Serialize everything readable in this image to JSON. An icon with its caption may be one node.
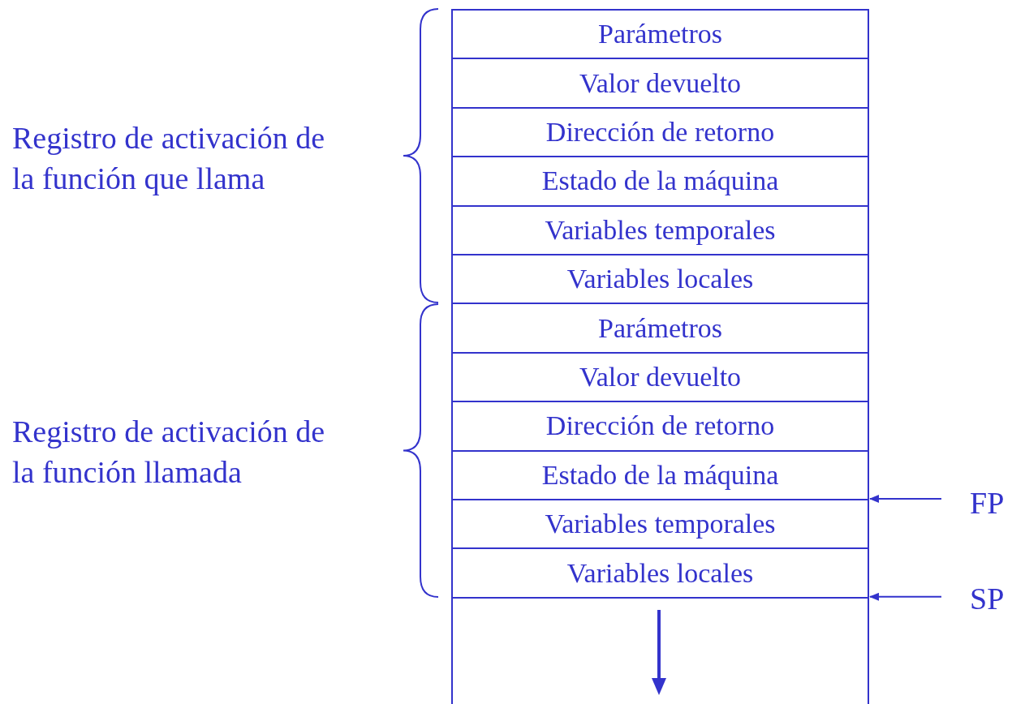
{
  "diagram": {
    "nodes": [
      {
        "text": [
          "Parámetros"
        ]
      },
      {
        "text": [
          "Valor devuelto"
        ]
      },
      {
        "text": [
          "Dirección de retorno"
        ]
      },
      {
        "text": [
          "Estado de la máquina"
        ]
      },
      {
        "text": [
          "Variables temporales"
        ]
      },
      {
        "text": [
          "Variables locales"
        ]
      },
      {
        "text": [
          "Parámetros"
        ]
      },
      {
        "text": [
          "Valor devuelto"
        ]
      },
      {
        "text": [
          "Dirección de retorno"
        ]
      },
      {
        "text": [
          "Estado de la máquina"
        ]
      },
      {
        "text": [
          "Variables temporales"
        ]
      },
      {
        "text": [
          "Variables locales"
        ]
      },
      {
        "text": [],
        "shape": "box"
      },
      {
        "text": [
          "FP"
        ]
      },
      {
        "text": [
          "SP"
        ]
      }
    ],
    "edges": [
      {
        "from": 13,
        "to": 9,
        "arrow": "to"
      },
      {
        "from": 14,
        "to": 11,
        "arrow": "to"
      }
    ],
    "labels": [
      "Registro de activación de la función que llama",
      "Registro de activación de la función llamada"
    ]
  }
}
